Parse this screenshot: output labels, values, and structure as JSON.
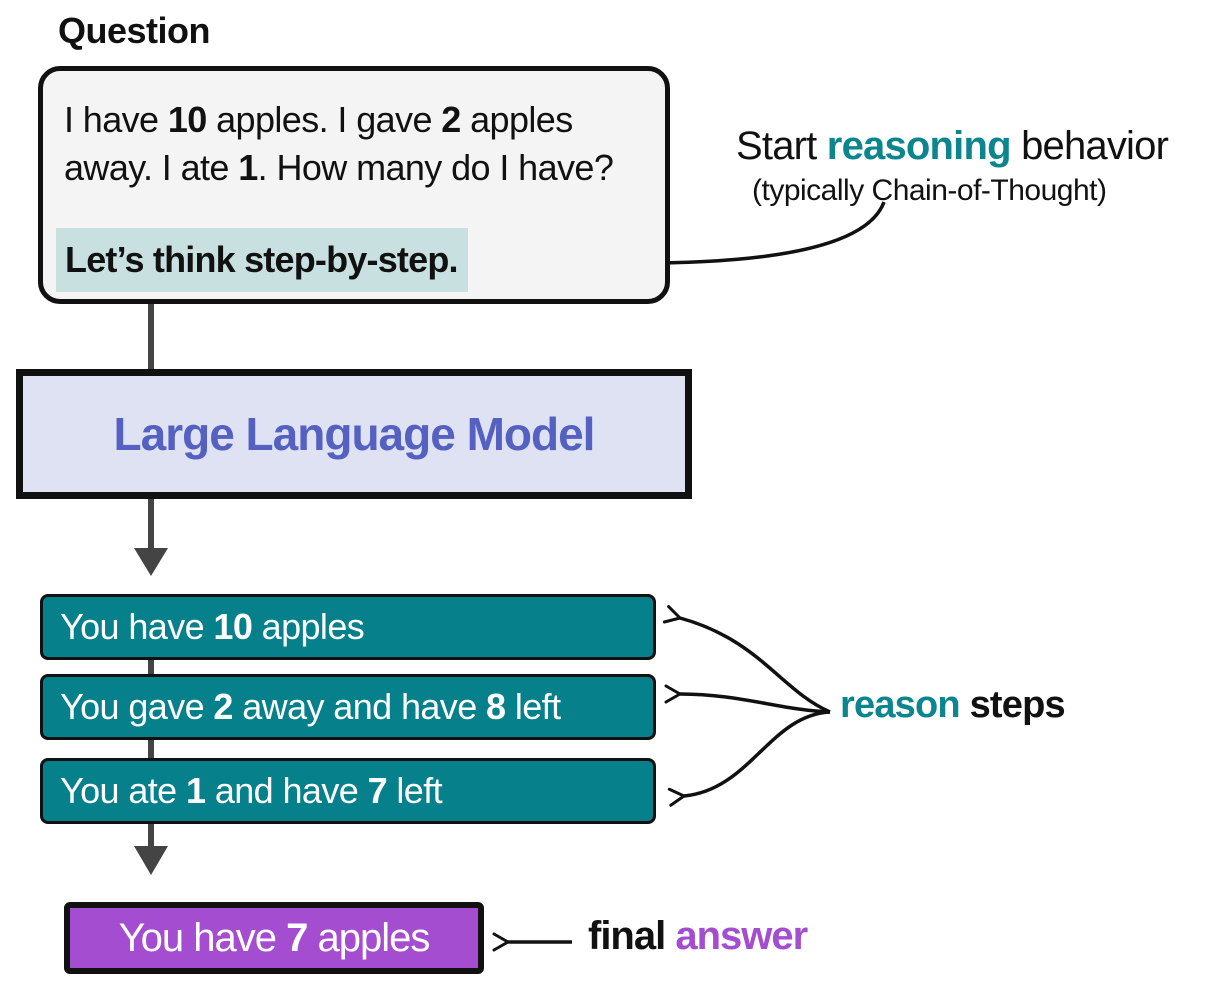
{
  "question": {
    "heading": "Question",
    "text_1": "I have ",
    "n1": "10",
    "text_2": " apples. I gave ",
    "n2": "2",
    "text_3": " apples away. I ate ",
    "n3": "1",
    "text_4": ". How many do I have?",
    "prompt": "Let’s think step-by-step."
  },
  "model": {
    "label": "Large Language Model"
  },
  "steps": [
    {
      "pre": "You have ",
      "num": "10",
      "post": " apples"
    },
    {
      "pre": "You gave ",
      "num": "2",
      "mid": " away and have ",
      "num2": "8",
      "post": " left"
    },
    {
      "pre": "You ate ",
      "num": "1",
      "mid": " and have ",
      "num2": "7",
      "post": " left"
    }
  ],
  "final": {
    "pre": "You have ",
    "num": "7",
    "post": " apples"
  },
  "annotations": {
    "start_pre": "Start ",
    "start_highlight": "reasoning",
    "start_post": " behavior",
    "start_sub": "(typically Chain-of-Thought)",
    "steps_highlight": "reason",
    "steps_post": " steps",
    "final_pre": "final ",
    "final_highlight": "answer"
  },
  "colors": {
    "teal": "#06808a",
    "purple": "#a44dd0",
    "model_text": "#5461c0",
    "model_fill": "#dfe2f3",
    "prompt_fill": "#c9e0e0"
  }
}
